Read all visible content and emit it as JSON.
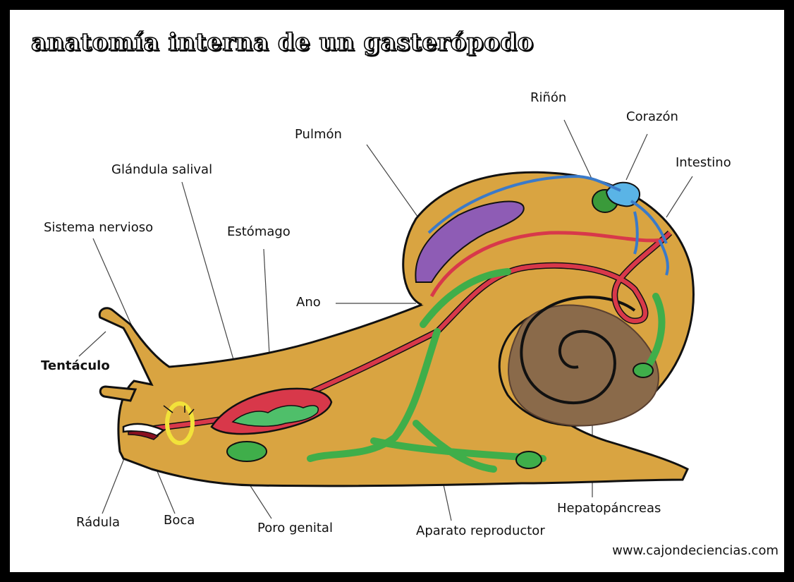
{
  "title": "anatomía interna de un gasterópodo",
  "labels": {
    "pulmon": "Pulmón",
    "rinon": "Riñón",
    "corazon": "Corazón",
    "intestino": "Intestino",
    "glandula_salival": "Glándula salival",
    "sistema_nervioso": "Sistema nervioso",
    "estomago": "Estómago",
    "ano": "Ano",
    "tentaculo": "Tentáculo",
    "radula": "Rádula",
    "boca": "Boca",
    "poro_genital": "Poro genital",
    "aparato_reproductor": "Aparato reproductor",
    "hepatopancreas": "Hepatopáncreas"
  },
  "credit": "www.cajondeciencias.com",
  "colors": {
    "body": "#d9a441",
    "shell": "#d9a441",
    "hepatopancreas": "#8a6a4a",
    "lung": "#8e5cb5",
    "intestine": "#d8384a",
    "reproductive": "#3fae4a",
    "kidney": "#3a9a3a",
    "heart": "#5ab4e6",
    "nerves": "#f2e23a"
  }
}
